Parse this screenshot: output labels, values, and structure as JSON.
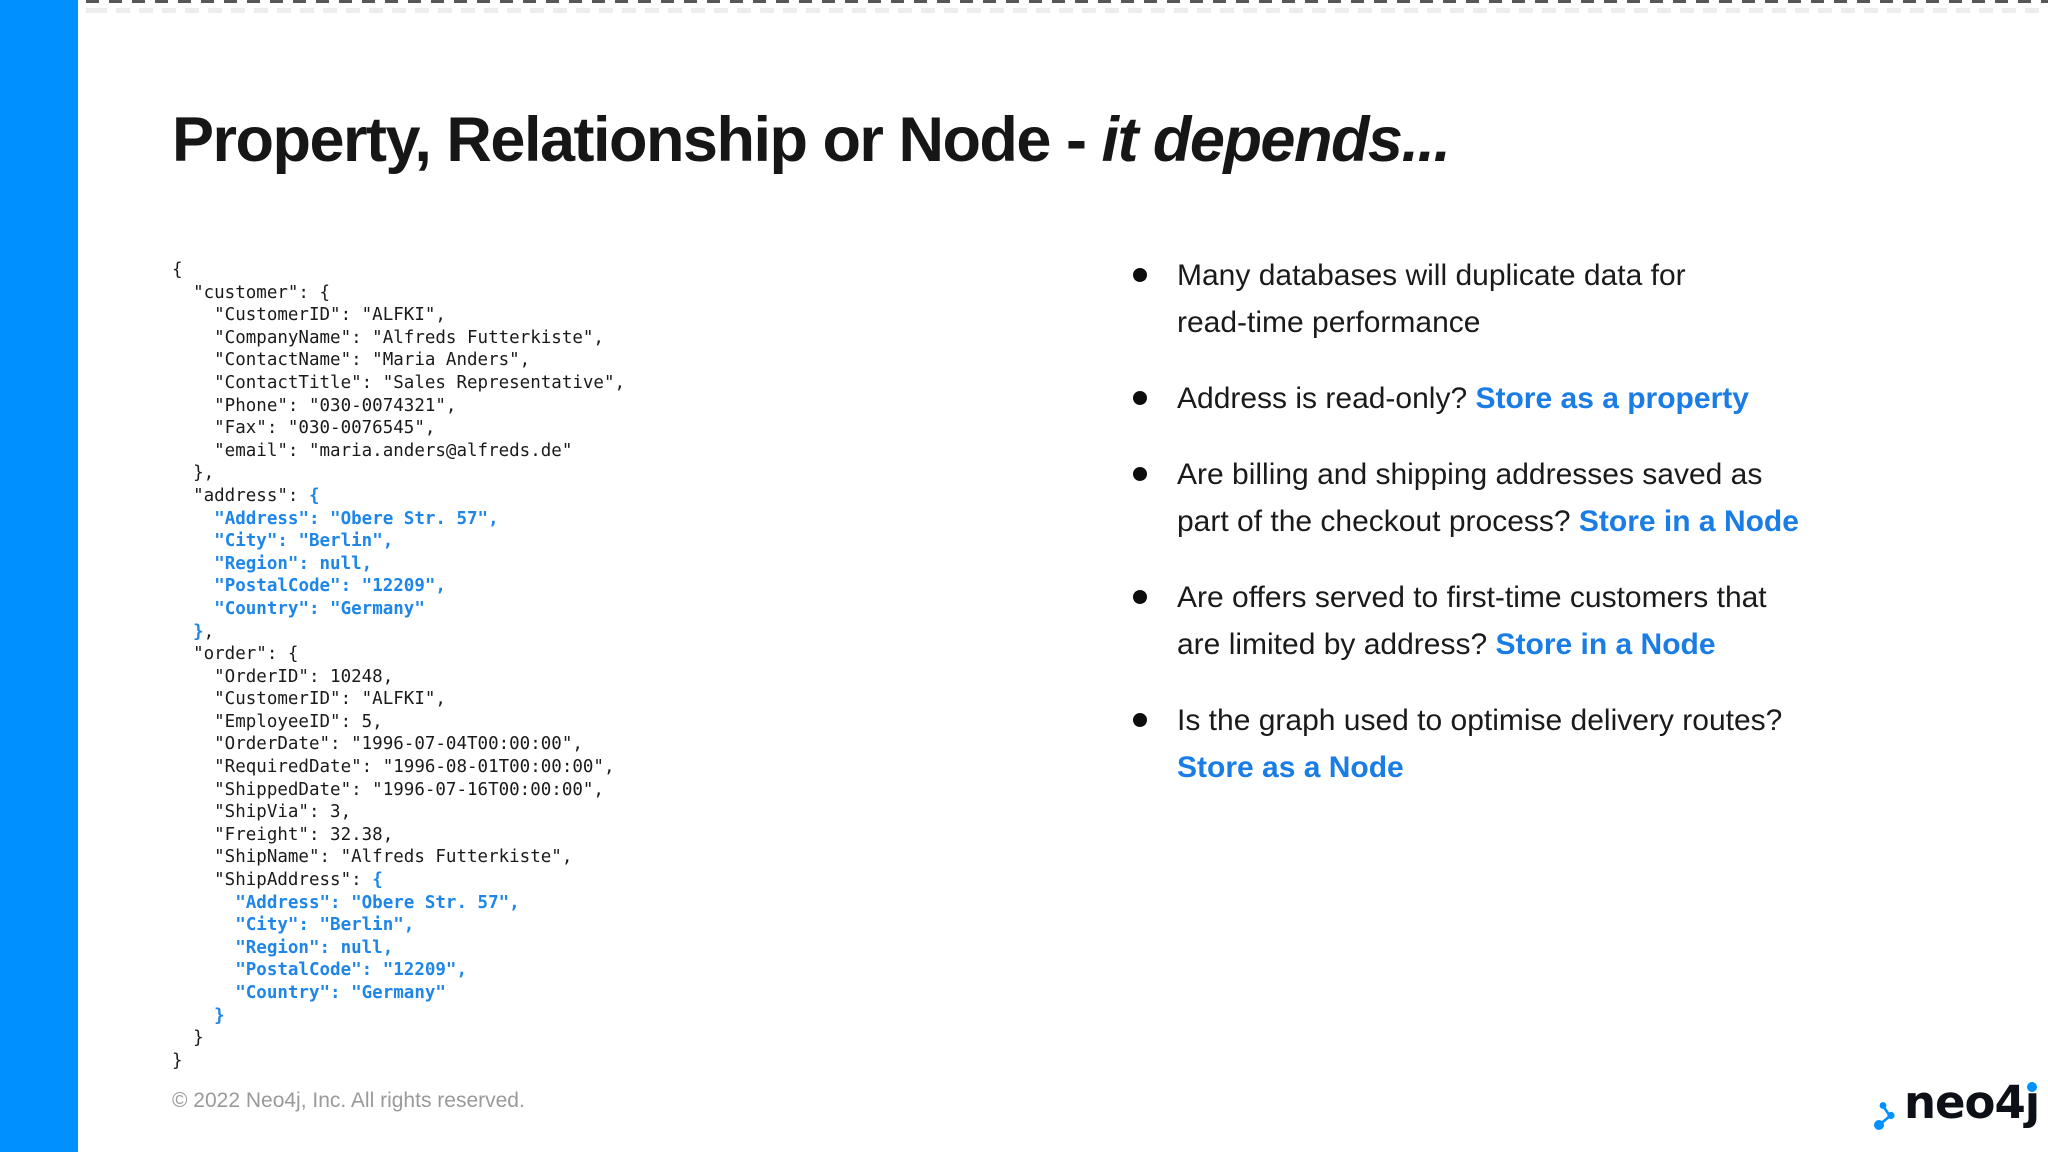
{
  "colors": {
    "sidebar_blue": "#0090ff",
    "code_highlight_blue": "#1e86e8",
    "link_blue": "#1a7de6",
    "title_color": "#161616",
    "copyright_gray": "#9a9a9a"
  },
  "title": {
    "regular": "Property, Relationship or Node - ",
    "italic": "it depends..."
  },
  "code": {
    "lines": [
      [
        [
          "{",
          0
        ]
      ],
      [
        [
          "  \"customer\": {",
          0
        ]
      ],
      [
        [
          "    \"CustomerID\": \"ALFKI\",",
          0
        ]
      ],
      [
        [
          "    \"CompanyName\": \"Alfreds Futterkiste\",",
          0
        ]
      ],
      [
        [
          "    \"ContactName\": \"Maria Anders\",",
          0
        ]
      ],
      [
        [
          "    \"ContactTitle\": \"Sales Representative\",",
          0
        ]
      ],
      [
        [
          "    \"Phone\": \"030-0074321\",",
          0
        ]
      ],
      [
        [
          "    \"Fax\": \"030-0076545\",",
          0
        ]
      ],
      [
        [
          "    \"email\": \"maria.anders@alfreds.de\"",
          0
        ]
      ],
      [
        [
          "  },",
          0
        ]
      ],
      [
        [
          "  \"address\": ",
          0
        ],
        [
          "{",
          1
        ]
      ],
      [
        [
          "    ",
          0
        ],
        [
          "\"Address\": \"Obere Str. 57\",",
          1
        ]
      ],
      [
        [
          "    ",
          0
        ],
        [
          "\"City\": \"Berlin\",",
          1
        ]
      ],
      [
        [
          "    ",
          0
        ],
        [
          "\"Region\": null,",
          1
        ]
      ],
      [
        [
          "    ",
          0
        ],
        [
          "\"PostalCode\": \"12209\",",
          1
        ]
      ],
      [
        [
          "    ",
          0
        ],
        [
          "\"Country\": \"Germany\"",
          1
        ]
      ],
      [
        [
          "  ",
          0
        ],
        [
          "}",
          1
        ],
        [
          ",",
          0
        ]
      ],
      [
        [
          "  \"order\": {",
          0
        ]
      ],
      [
        [
          "    \"OrderID\": 10248,",
          0
        ]
      ],
      [
        [
          "    \"CustomerID\": \"ALFKI\",",
          0
        ]
      ],
      [
        [
          "    \"EmployeeID\": 5,",
          0
        ]
      ],
      [
        [
          "    \"OrderDate\": \"1996-07-04T00:00:00\",",
          0
        ]
      ],
      [
        [
          "    \"RequiredDate\": \"1996-08-01T00:00:00\",",
          0
        ]
      ],
      [
        [
          "    \"ShippedDate\": \"1996-07-16T00:00:00\",",
          0
        ]
      ],
      [
        [
          "    \"ShipVia\": 3,",
          0
        ]
      ],
      [
        [
          "    \"Freight\": 32.38,",
          0
        ]
      ],
      [
        [
          "    \"ShipName\": \"Alfreds Futterkiste\",",
          0
        ]
      ],
      [
        [
          "    \"ShipAddress\": ",
          0
        ],
        [
          "{",
          1
        ]
      ],
      [
        [
          "      ",
          0
        ],
        [
          "\"Address\": \"Obere Str. 57\",",
          1
        ]
      ],
      [
        [
          "      ",
          0
        ],
        [
          "\"City\": \"Berlin\",",
          1
        ]
      ],
      [
        [
          "      ",
          0
        ],
        [
          "\"Region\": null,",
          1
        ]
      ],
      [
        [
          "      ",
          0
        ],
        [
          "\"PostalCode\": \"12209\",",
          1
        ]
      ],
      [
        [
          "      ",
          0
        ],
        [
          "\"Country\": \"Germany\"",
          1
        ]
      ],
      [
        [
          "    ",
          0
        ],
        [
          "}",
          1
        ]
      ],
      [
        [
          "  }",
          0
        ]
      ],
      [
        [
          "}",
          0
        ]
      ]
    ]
  },
  "bullets": [
    {
      "lines": [
        "Many databases will duplicate data for",
        "read-time performance"
      ],
      "link": ""
    },
    {
      "lines": [
        "Address is read-only? "
      ],
      "link": "Store as a property"
    },
    {
      "lines": [
        "Are billing and shipping addresses saved as",
        "part of the checkout process?"
      ],
      "link": "Store in a Node"
    },
    {
      "lines": [
        "Are offers served to first-time customers that",
        "are limited by address?"
      ],
      "link": "Store in a Node"
    },
    {
      "lines": [
        "Is the graph used to optimise delivery routes?"
      ],
      "link": "Store as a Node",
      "link_newline": true
    }
  ],
  "footer": {
    "copyright": "© 2022 Neo4j, Inc. All rights reserved.",
    "logo_text": "neo4j"
  }
}
